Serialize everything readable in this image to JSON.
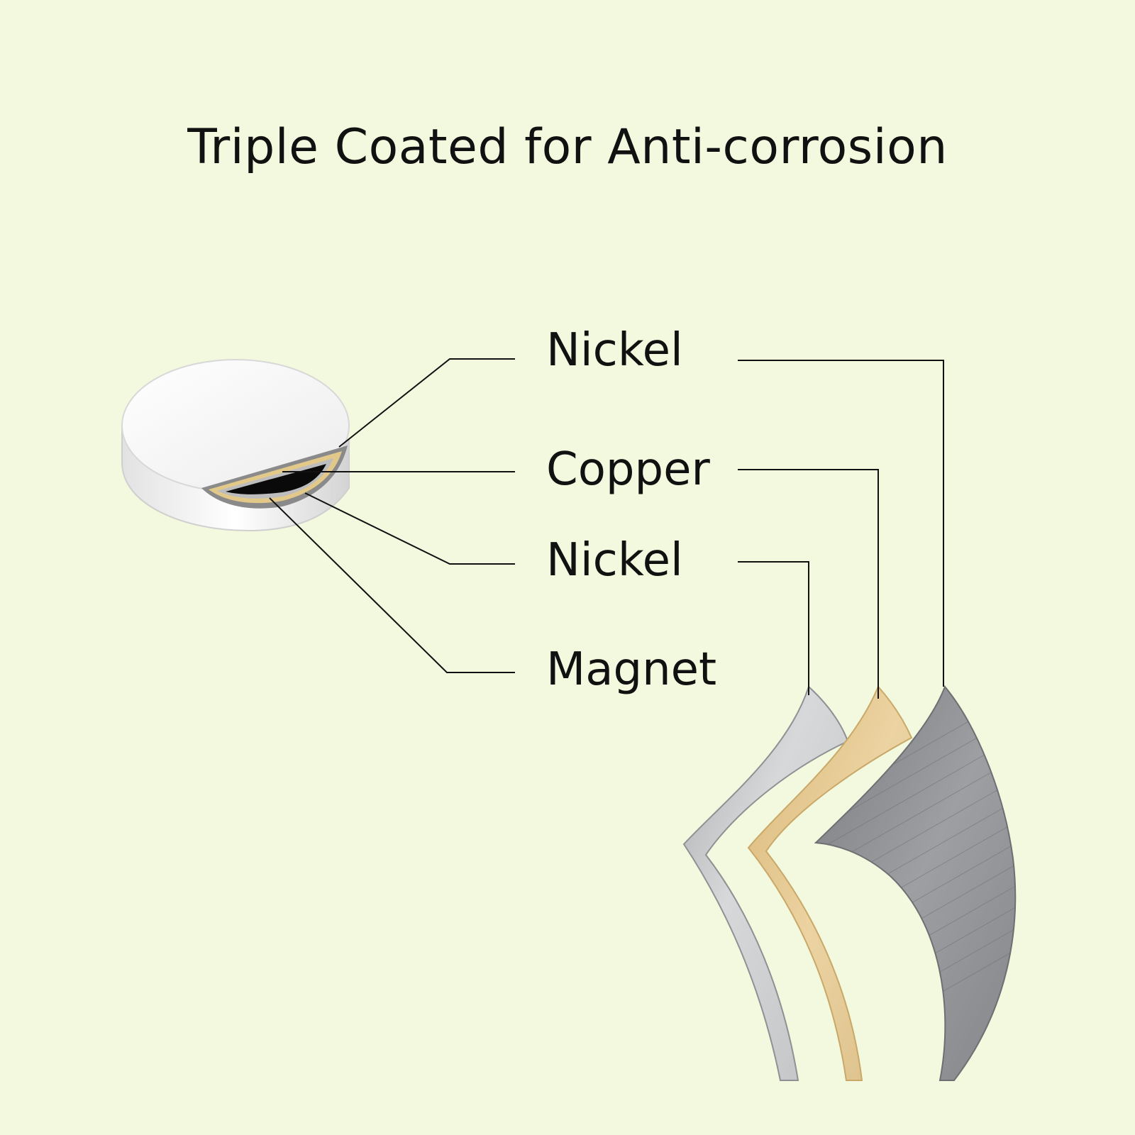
{
  "title": "Triple Coated for Anti-corrosion",
  "layers": [
    {
      "label": "Nickel",
      "color": "#8e8f93"
    },
    {
      "label": "Copper",
      "color": "#e3c98f"
    },
    {
      "label": "Nickel",
      "color": "#c2c3c5"
    },
    {
      "label": "Magnet",
      "color": "#0a0a0a"
    }
  ],
  "colors": {
    "background": "#f3f9df",
    "line": "#111111",
    "magnet_surface": "#f6f6f6"
  }
}
